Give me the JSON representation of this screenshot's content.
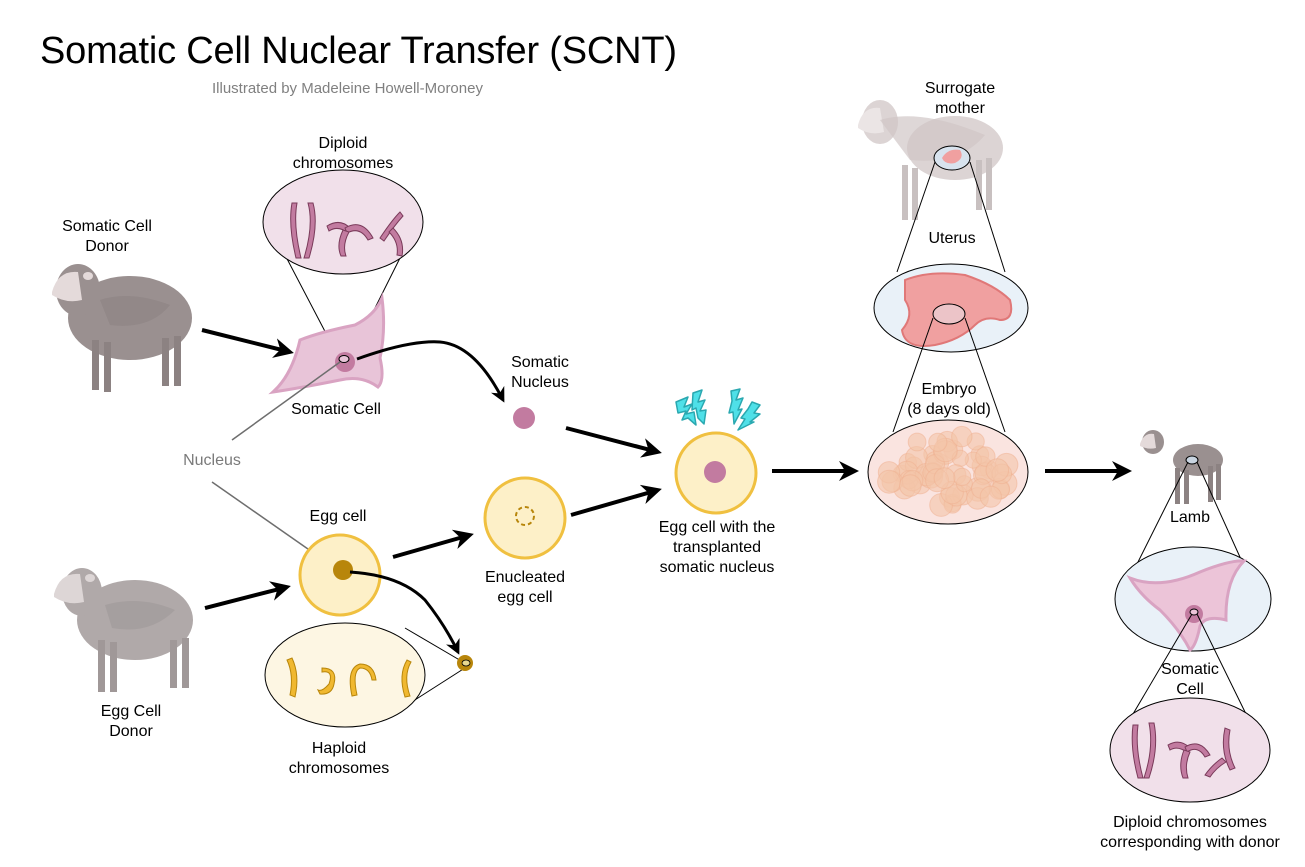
{
  "title": "Somatic Cell Nuclear Transfer (SCNT)",
  "subtitle": "Illustrated by Madeleine Howell-Moroney",
  "labels": {
    "somatic_donor": [
      "Somatic Cell",
      "Donor"
    ],
    "egg_donor": [
      "Egg Cell",
      "Donor"
    ],
    "diploid_top": [
      "Diploid",
      "chromosomes"
    ],
    "somatic_cell": "Somatic Cell",
    "nucleus": "Nucleus",
    "egg_cell": "Egg cell",
    "haploid": [
      "Haploid",
      "chromosomes"
    ],
    "somatic_nucleus": [
      "Somatic",
      "Nucleus"
    ],
    "enucleated": [
      "Enucleated",
      "egg cell"
    ],
    "transplanted": [
      "Egg cell with the",
      "transplanted",
      "somatic nucleus"
    ],
    "surrogate": [
      "Surrogate",
      "mother"
    ],
    "uterus": "Uterus",
    "embryo": [
      "Embryo",
      "(8 days old)"
    ],
    "lamb": "Lamb",
    "lamb_somatic": [
      "Somatic",
      "Cell"
    ],
    "diploid_bottom": [
      "Diploid chromosomes",
      "corresponding with donor"
    ]
  },
  "colors": {
    "somatic_pink": "#c27ba0",
    "cell_pink_fill": "#e8c4d8",
    "zoom_pink_fill": "#f1e0ea",
    "egg_yellow_stroke": "#f0c040",
    "egg_fill": "#fdf0c8",
    "egg_nucleus": "#b8860b",
    "haploid_fill": "#fdf6e3",
    "spark_cyan": "#4fe0e8",
    "uterus_red": "#f0a0a0",
    "blue_zoom_fill": "#e9f1f8",
    "embryo_cells": "#f4c4a8",
    "sheep_dark": "#9a9090",
    "sheep_light": "#d8d0d0"
  }
}
